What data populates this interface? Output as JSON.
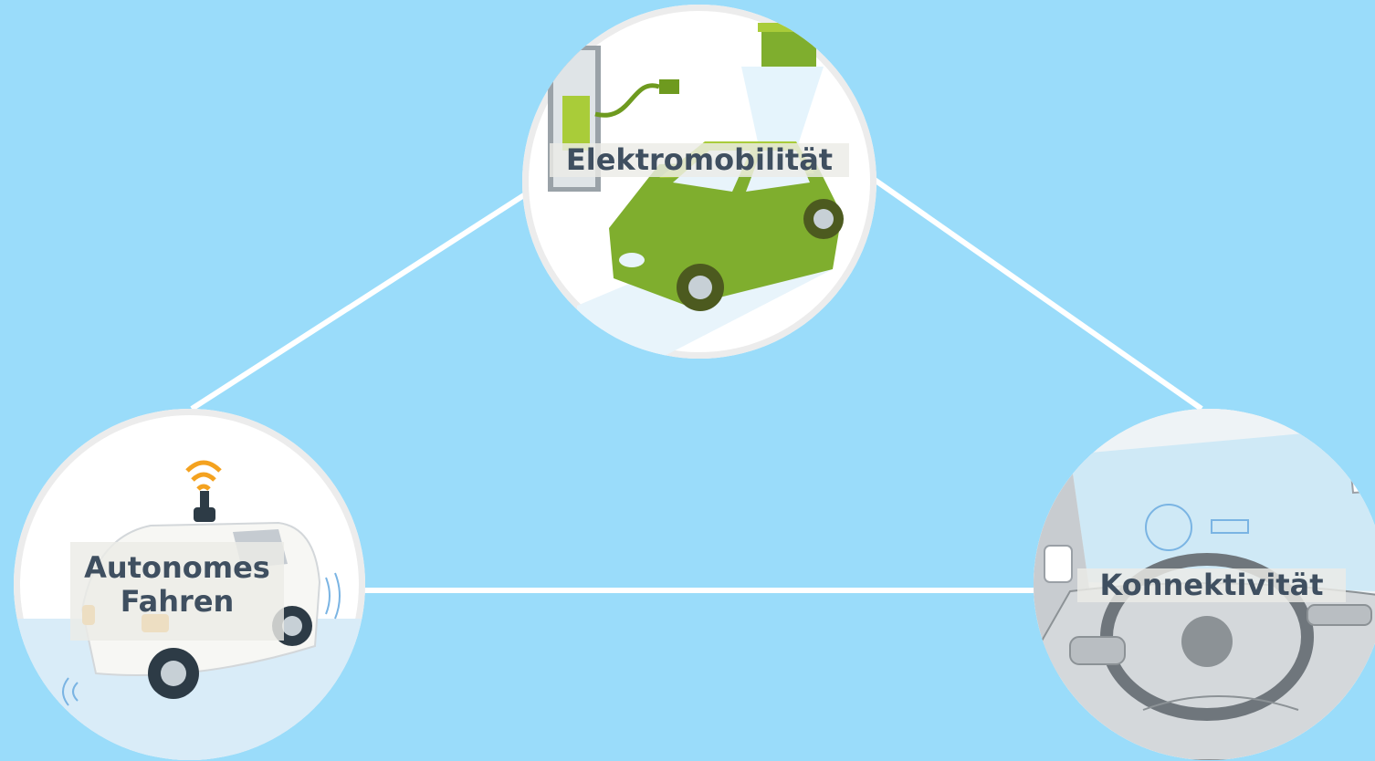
{
  "diagram": {
    "background_color": "#9adcfa",
    "connector_color": "#ffffff",
    "nodes": {
      "elektromobilitaet": {
        "label": "Elektromobilität",
        "illustration": "electric-car-charging-icon",
        "accent": "#7fae2e"
      },
      "autonomes_fahren": {
        "label_line1": "Autonomes",
        "label_line2": "Fahren",
        "illustration": "self-driving-car-icon",
        "accent": "#f4a21f"
      },
      "konnektivitaet": {
        "label": "Konnektivität",
        "illustration": "car-cockpit-icon",
        "accent": "#7a7a7a"
      }
    },
    "edges": [
      [
        "elektromobilitaet",
        "autonomes_fahren"
      ],
      [
        "elektromobilitaet",
        "konnektivitaet"
      ],
      [
        "autonomes_fahren",
        "konnektivitaet"
      ]
    ]
  }
}
